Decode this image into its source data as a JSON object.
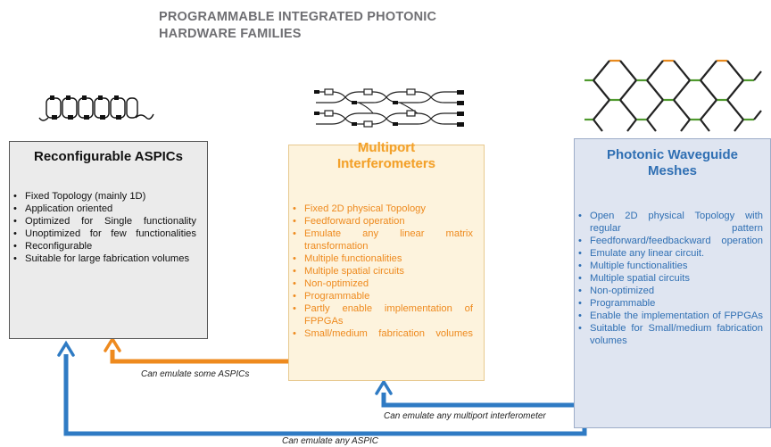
{
  "title": [
    "PROGRAMMABLE INTEGRATED PHOTONIC",
    "HARDWARE FAMILIES"
  ],
  "panels": {
    "aspic": {
      "title": "Reconfigurable ASPICs",
      "items": [
        "Fixed Topology (mainly 1D)",
        "Application oriented",
        "Optimized for Single functionality",
        "Unoptimized for few functionalities",
        "Reconfigurable",
        "Suitable for large fabrication volumes"
      ]
    },
    "multiport": {
      "title": [
        "Multiport",
        "Interferometers"
      ],
      "items": [
        "Fixed 2D physical Topology",
        "Feedforward operation",
        "Emulate any linear matrix transformation",
        "Multiple functionalities",
        "Multiple spatial circuits",
        "Non-optimized",
        "Programmable",
        "Partly enable implementation of FPPGAs",
        "Small/medium fabrication volumes"
      ]
    },
    "mesh": {
      "title": [
        "Photonic Waveguide",
        "Meshes"
      ],
      "items": [
        "Open 2D physical Topology with regular pattern",
        "Feedforward/feedbackward operation",
        "Emulate any linear circuit.",
        "Multiple functionalities",
        "Multiple spatial circuits",
        "Non-optimized",
        "Programmable",
        "Enable the implementation of FPPGAs",
        "Suitable for Small/medium fabrication volumes"
      ]
    }
  },
  "arrows": {
    "orange": "Can emulate  some ASPICs",
    "blue_multiport": "Can emulate any multiport interferometer",
    "blue_aspic": "Can emulate any ASPIC"
  },
  "colors": {
    "orange": "#ee8a1e",
    "blue": "#2f7bc4",
    "mesh_green": "#4f9a2e",
    "mesh_orange": "#e8891d"
  }
}
